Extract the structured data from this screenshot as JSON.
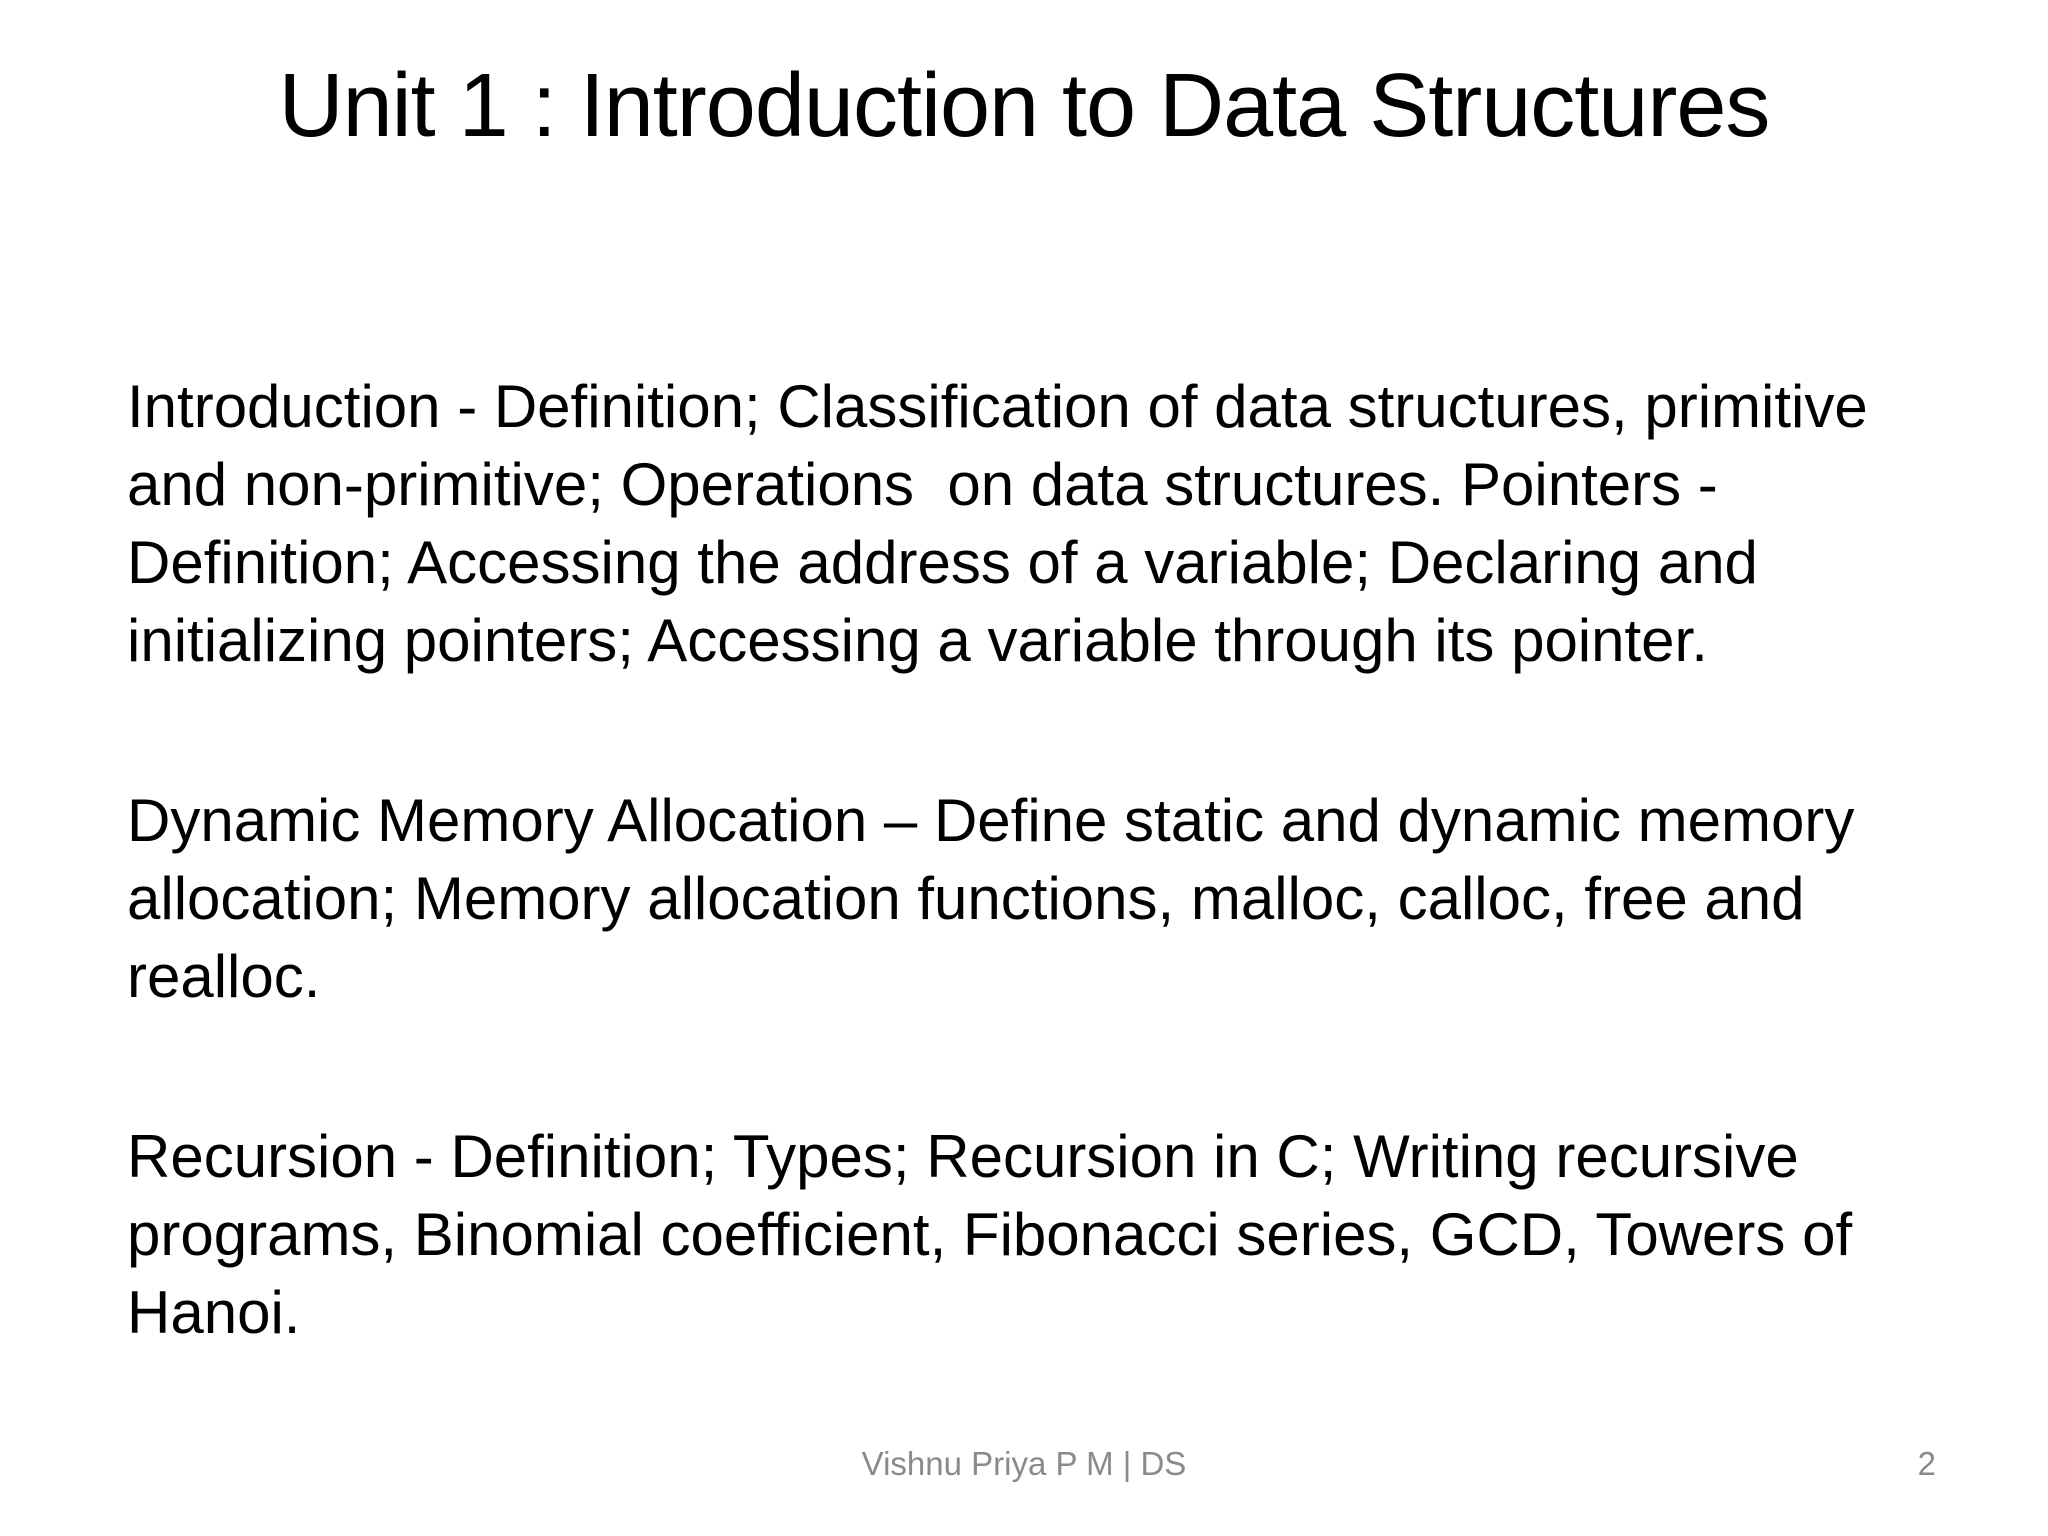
{
  "slide": {
    "title": "Unit 1 : Introduction to Data Structures",
    "paragraphs": [
      {
        "lines": [
          "Introduction - Definition; Classification of data structures, primitive",
          "and non-primitive; Operations  on data structures. Pointers -",
          "Definition; Accessing the address of a variable; Declaring and",
          "initializing pointers; Accessing a variable through its pointer."
        ]
      },
      {
        "lines": [
          "Dynamic Memory Allocation – Define static and dynamic memory",
          "allocation; Memory allocation functions, malloc, calloc, free and",
          "realloc."
        ]
      },
      {
        "lines": [
          "Recursion - Definition; Types; Recursion in C; Writing recursive",
          "programs, Binomial coefficient, Fibonacci series, GCD, Towers of",
          "Hanoi."
        ]
      }
    ],
    "footer": {
      "text": "Vishnu Priya P M | DS",
      "page_number": "2"
    },
    "colors": {
      "background": "#ffffff",
      "title_text": "#000000",
      "body_text": "#000000",
      "footer_text": "#8a8a8a"
    }
  }
}
